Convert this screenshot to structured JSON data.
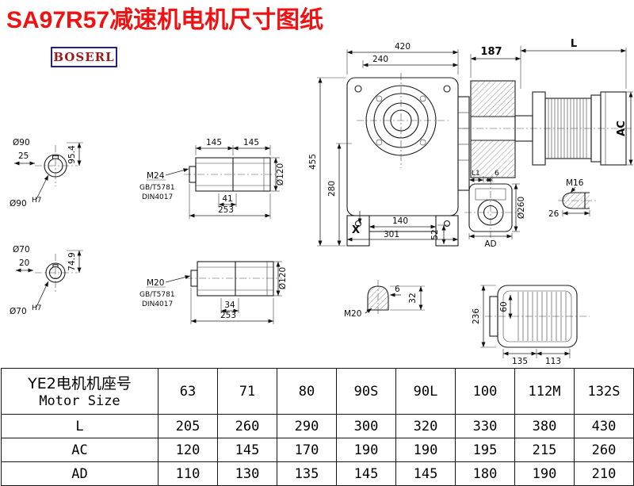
{
  "title": "SA97R57减速机电机尺寸图纸",
  "logo": "BOSERL",
  "drawing": {
    "shaft_top": {
      "dia": "Ø90",
      "len": "25",
      "height": "95.4",
      "bore": "Ø90",
      "tol": "H7"
    },
    "shaft_bot": {
      "dia": "Ø70",
      "len": "20",
      "height": "74.9",
      "bore": "Ø70",
      "tol": "H7"
    },
    "hollow_top": {
      "seg1": "145",
      "seg2": "145",
      "dia": "Ø120",
      "thread": "M24",
      "std1": "GB/T5781",
      "std2": "DIN4017",
      "len1": "41",
      "len2": "253"
    },
    "hollow_bot": {
      "dia": "Ø120",
      "thread": "M20",
      "std1": "GB/T5781",
      "std2": "DIN4017",
      "len1": "34",
      "len2": "253"
    },
    "front": {
      "w420": "420",
      "w240": "240",
      "h455": "455",
      "h280": "280",
      "d52": "52",
      "w140": "140",
      "w301": "301",
      "x_mark": "X"
    },
    "side": {
      "w187": "187",
      "len_l": "L",
      "ac": "AC"
    },
    "flange": {
      "l1": "L1",
      "t6": "6",
      "dia": "Ø260",
      "ad": "AD"
    },
    "stub": {
      "thread": "M16",
      "len": "26"
    },
    "tip": {
      "h32": "32",
      "w6": "6",
      "thread": "M20"
    },
    "rear": {
      "h236": "236",
      "h60": "60",
      "w135": "135",
      "w113": "113"
    }
  },
  "table": {
    "header_cn": "YE2电机机座号",
    "header_en": "Motor Size",
    "sizes": [
      "63",
      "71",
      "80",
      "90S",
      "90L",
      "100",
      "112M",
      "132S"
    ],
    "rows": [
      {
        "label": "L",
        "values": [
          "205",
          "260",
          "290",
          "300",
          "320",
          "330",
          "380",
          "430"
        ]
      },
      {
        "label": "AC",
        "values": [
          "120",
          "145",
          "170",
          "190",
          "190",
          "195",
          "215",
          "260"
        ]
      },
      {
        "label": "AD",
        "values": [
          "110",
          "130",
          "135",
          "145",
          "145",
          "180",
          "190",
          "210"
        ]
      }
    ]
  }
}
